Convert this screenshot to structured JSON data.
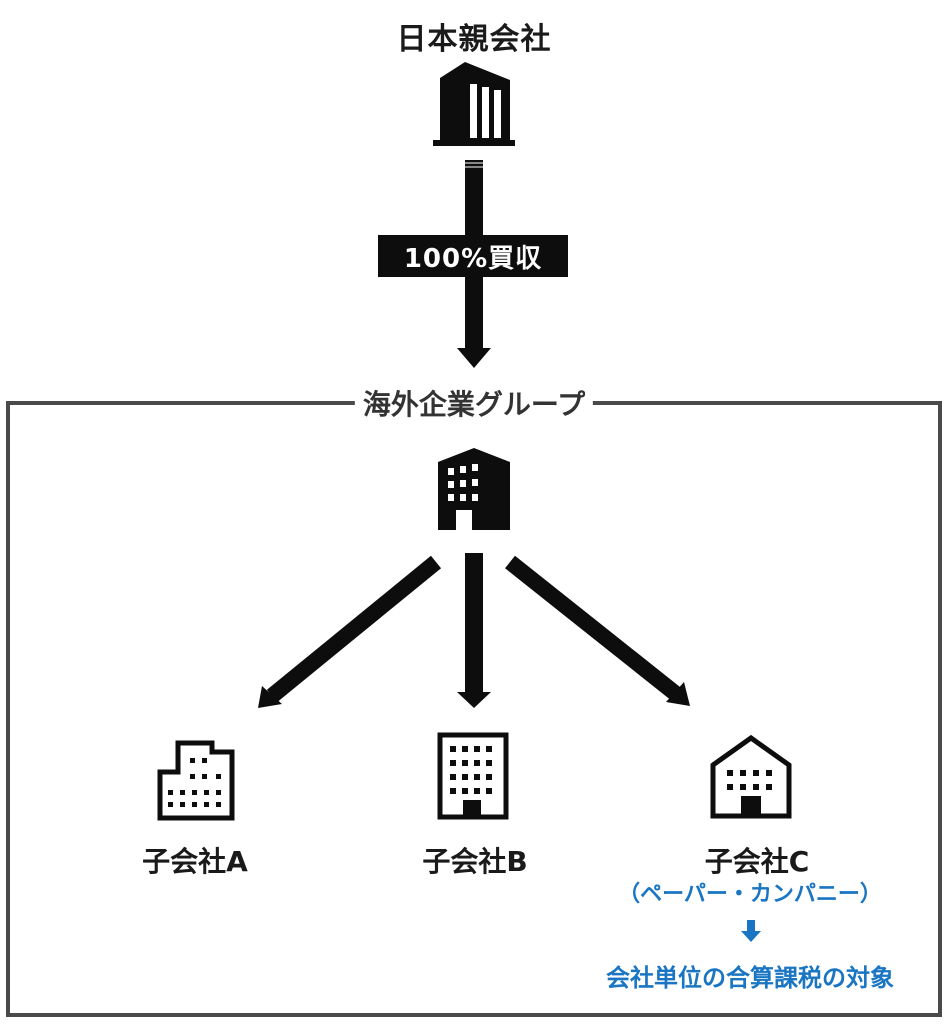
{
  "parent": {
    "title": "日本親会社"
  },
  "acquisition": {
    "label": "100%買収"
  },
  "group": {
    "title": "海外企業グループ"
  },
  "subsidiaries": [
    {
      "label": "子会社A"
    },
    {
      "label": "子会社B"
    },
    {
      "label": "子会社C"
    }
  ],
  "notes": {
    "paper_company": "（ペーパー・カンパニー）",
    "taxation": "会社単位の合算課税の対象"
  },
  "colors": {
    "ink": "#0d0d0d",
    "frame": "#4a4a4a",
    "accent_blue": "#1a75c2"
  },
  "icons": [
    "building-icon",
    "office-building-icon",
    "factory-building-icon",
    "apartment-icon",
    "house-building-icon"
  ]
}
